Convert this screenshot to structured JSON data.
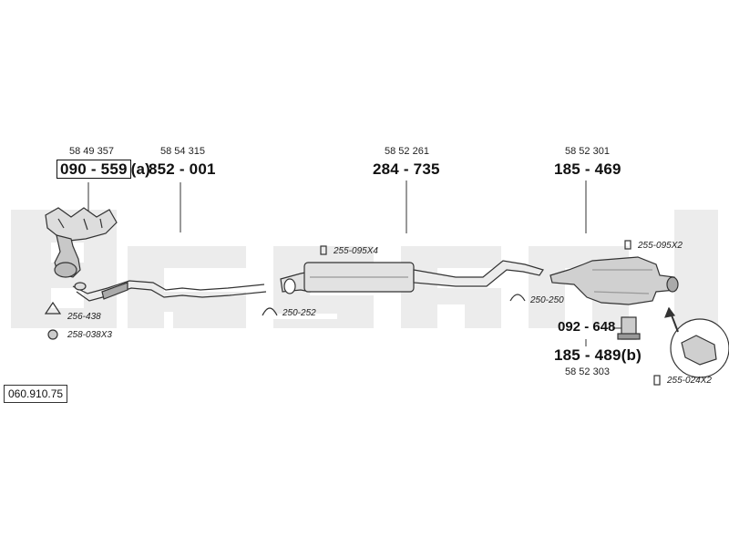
{
  "parts": {
    "p1": {
      "oem": "58 49 357",
      "number": "090 - 559",
      "suffix": "(a)"
    },
    "p2": {
      "oem": "58 54 315",
      "number": "852 - 001"
    },
    "p3": {
      "oem": "58 52 261",
      "number": "284 - 735"
    },
    "p4": {
      "oem": "58 52 301",
      "number": "185 - 469"
    },
    "p5": {
      "number": "092 - 648"
    },
    "p6": {
      "oem": "58 52 303",
      "number": "185 - 489(b)"
    }
  },
  "accessories": {
    "a1": "256-438",
    "a2": "258-038X3",
    "a3": "250-252",
    "a4": "255-095X4",
    "a5": "250-250",
    "a6": "255-095X2",
    "a7": "255-024X2"
  },
  "diagram_ref": "060.910.75"
}
